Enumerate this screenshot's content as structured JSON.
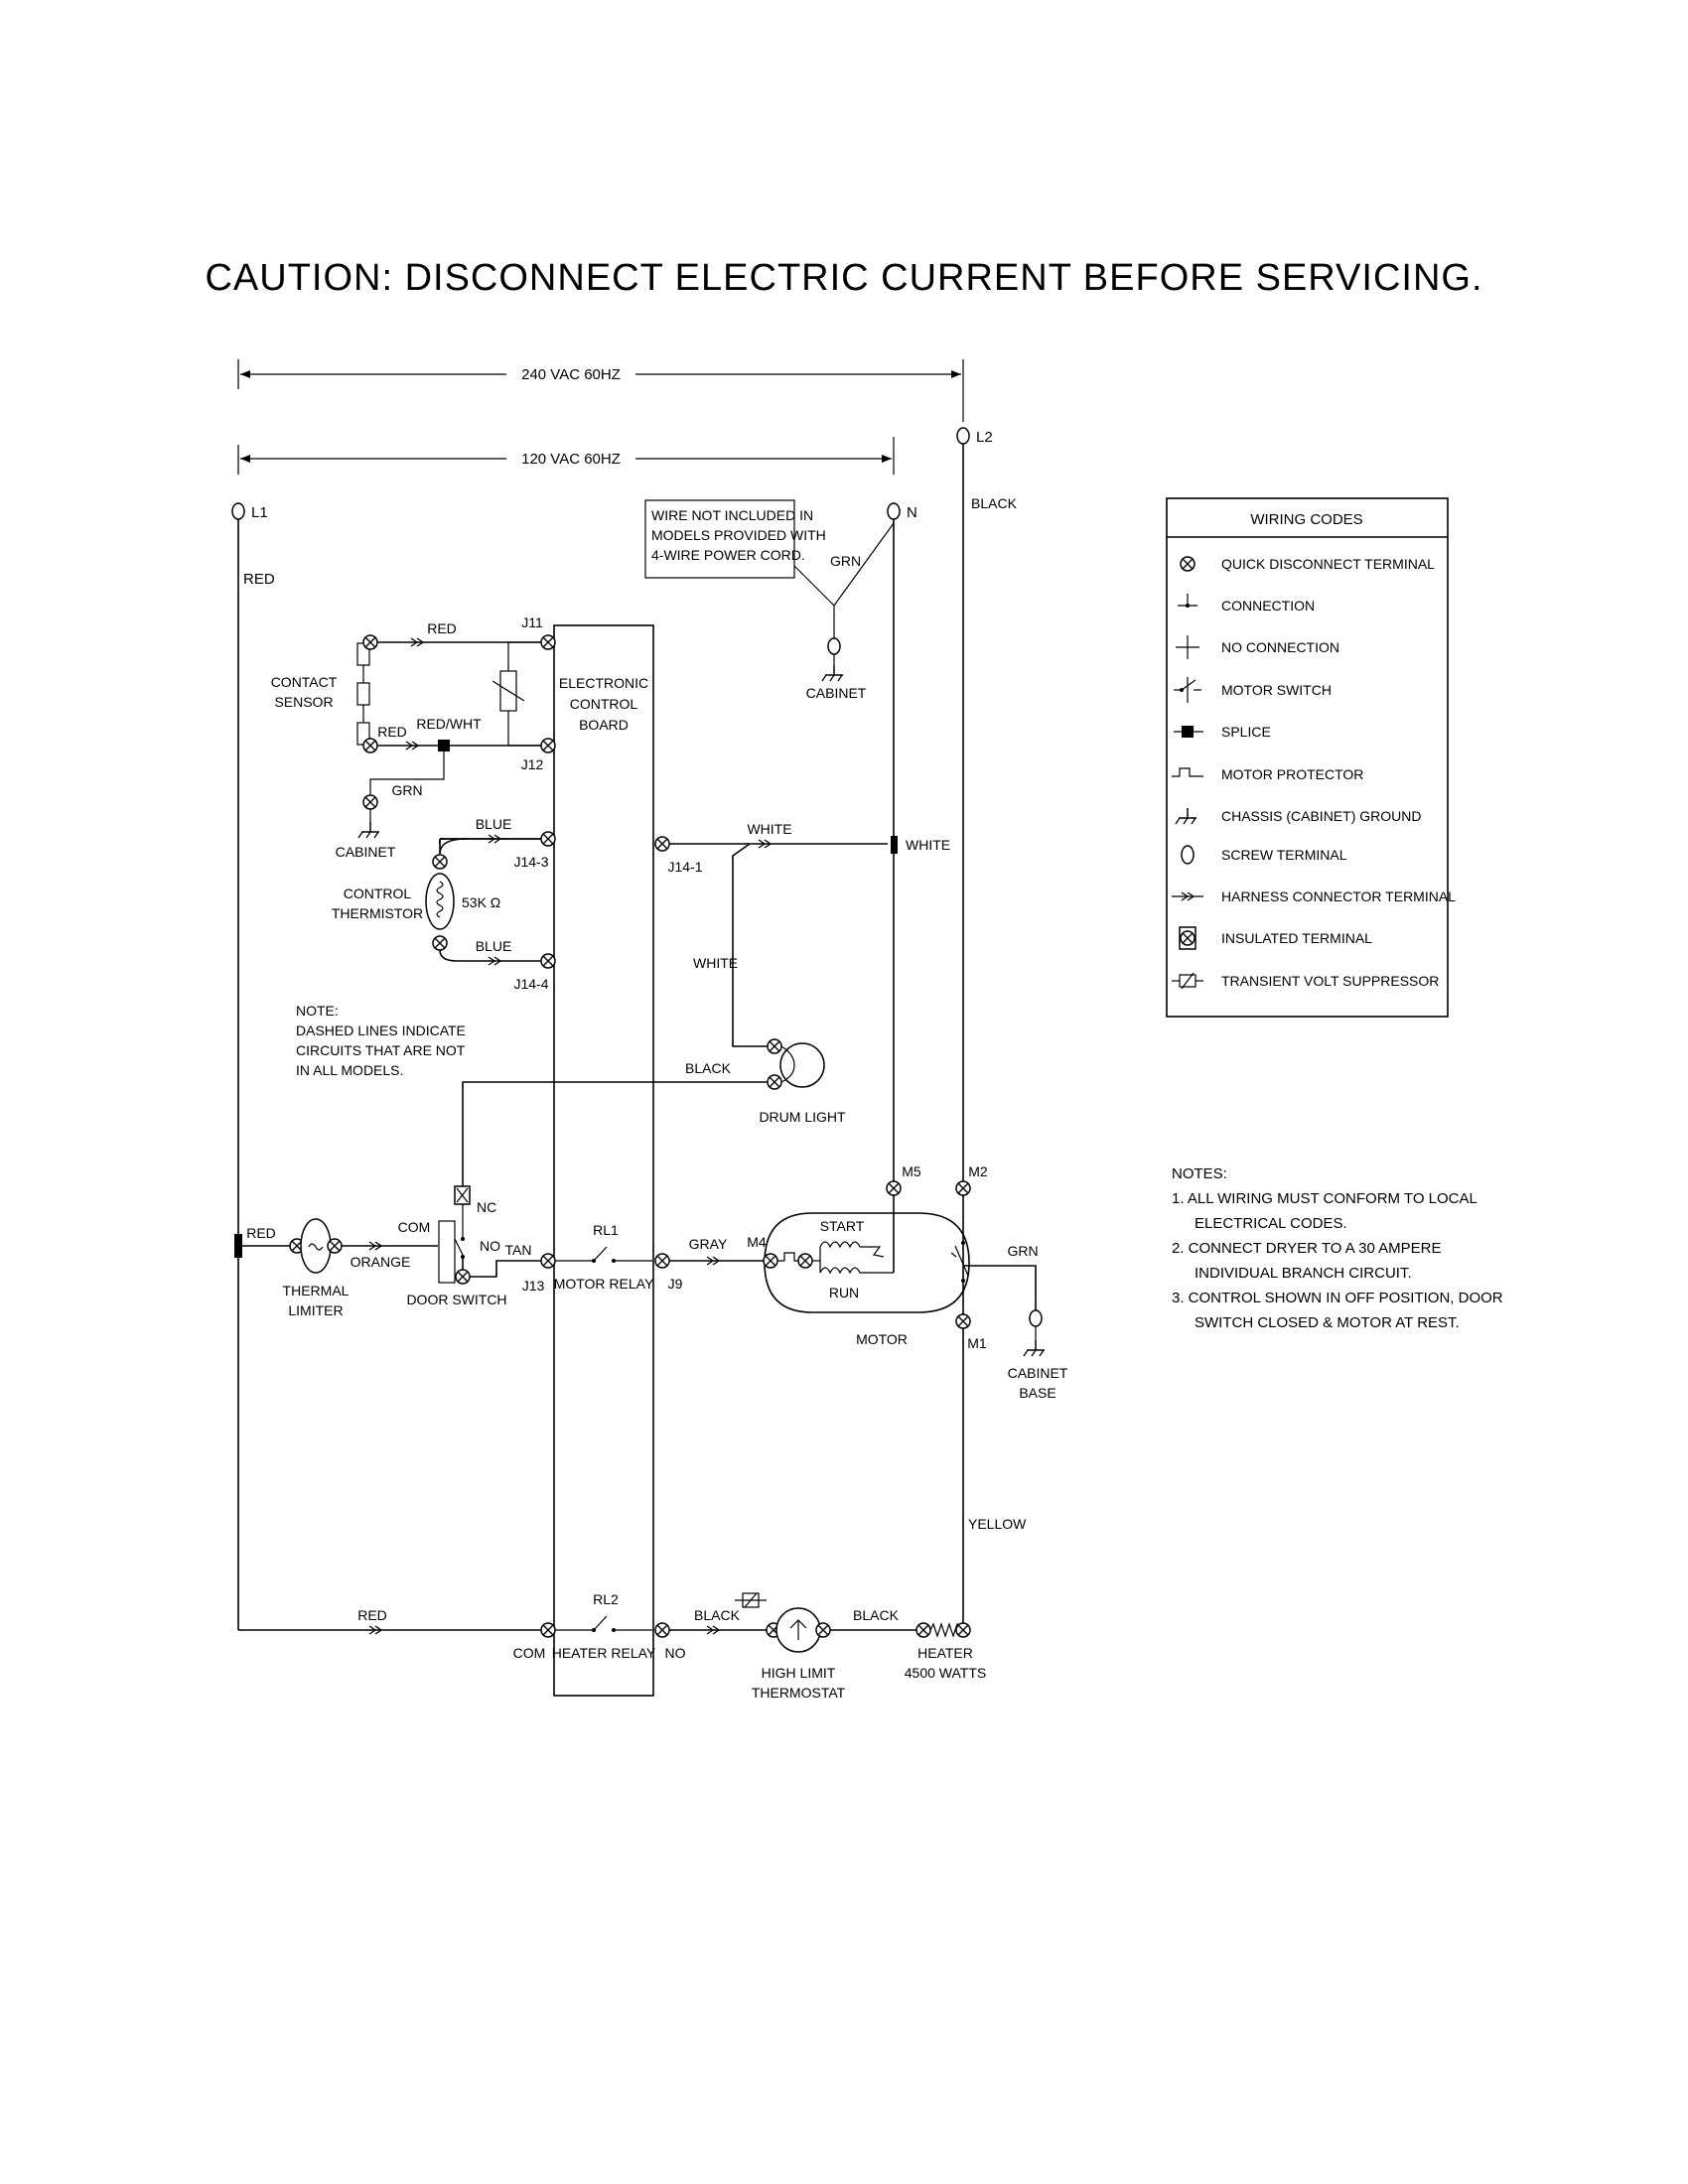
{
  "caption": "CAUTION: DISCONNECT ELECTRIC CURRENT BEFORE SERVICING.",
  "supply": {
    "v240": "240 VAC 60HZ",
    "v120": "120 VAC 60HZ",
    "l1": "L1",
    "l2": "L2",
    "n": "N"
  },
  "wires": {
    "red_l1": "RED",
    "black_l2": "BLACK",
    "grn_cab": "GRN",
    "red_sensor": "RED",
    "red_sensor2": "RED",
    "red_wht": "RED/WHT",
    "grn_sensor": "GRN",
    "blue1": "BLUE",
    "blue2": "BLUE",
    "white1": "WHITE",
    "white2": "WHITE",
    "white3": "WHITE",
    "black_light": "BLACK",
    "red_thermal": "RED",
    "orange": "ORANGE",
    "tan": "TAN",
    "gray": "GRAY",
    "grn_motor": "GRN",
    "yellow": "YELLOW",
    "red_heater": "RED",
    "black_h1": "BLACK",
    "black_h2": "BLACK"
  },
  "terminals": {
    "j11": "J11",
    "j12": "J12",
    "j14_3": "J14-3",
    "j14_4": "J14-4",
    "j14_1": "J14-1",
    "j13": "J13",
    "j9": "J9",
    "com_heater": "COM",
    "no_heater": "NO",
    "m1": "M1",
    "m2": "M2",
    "m4": "M4",
    "m5": "M5",
    "nc": "NC",
    "no_door": "NO",
    "com_door": "COM"
  },
  "components": {
    "wire_note": [
      "WIRE NOT INCLUDED IN",
      "MODELS PROVIDED WITH",
      "4-WIRE POWER CORD."
    ],
    "cabinet_top": "CABINET",
    "board": [
      "ELECTRONIC",
      "CONTROL",
      "BOARD"
    ],
    "contact_sensor": [
      "CONTACT",
      "SENSOR"
    ],
    "cabinet_sensor": "CABINET",
    "control_thermistor": [
      "CONTROL",
      "THERMISTOR"
    ],
    "thermistor_value": "53K Ω",
    "dashed_note": [
      "NOTE:",
      "DASHED LINES INDICATE",
      "CIRCUITS THAT ARE NOT",
      "IN ALL MODELS."
    ],
    "drum_light": "DRUM LIGHT",
    "thermal_limiter": [
      "THERMAL",
      "LIMITER"
    ],
    "door_switch": "DOOR SWITCH",
    "rl1": "RL1",
    "motor_relay": "MOTOR RELAY",
    "rl2": "RL2",
    "heater_relay": "HEATER RELAY",
    "start": "START",
    "run": "RUN",
    "motor": "MOTOR",
    "cabinet_base": [
      "CABINET",
      "BASE"
    ],
    "high_limit": [
      "HIGH LIMIT",
      "THERMOSTAT"
    ],
    "heater": [
      "HEATER",
      "4500 WATTS"
    ]
  },
  "legend": {
    "title": "WIRING CODES",
    "items": [
      {
        "icon": "quick-disconnect-icon",
        "label": "QUICK DISCONNECT TERMINAL"
      },
      {
        "icon": "connection-icon",
        "label": "CONNECTION"
      },
      {
        "icon": "no-connection-icon",
        "label": "NO CONNECTION"
      },
      {
        "icon": "motor-switch-icon",
        "label": "MOTOR SWITCH"
      },
      {
        "icon": "splice-icon",
        "label": "SPLICE"
      },
      {
        "icon": "motor-protector-icon",
        "label": "MOTOR PROTECTOR"
      },
      {
        "icon": "chassis-ground-icon",
        "label": "CHASSIS (CABINET) GROUND"
      },
      {
        "icon": "screw-terminal-icon",
        "label": "SCREW TERMINAL"
      },
      {
        "icon": "harness-connector-icon",
        "label": "HARNESS CONNECTOR TERMINAL"
      },
      {
        "icon": "insulated-terminal-icon",
        "label": "INSULATED TERMINAL"
      },
      {
        "icon": "transient-suppressor-icon",
        "label": "TRANSIENT VOLT SUPPRESSOR"
      }
    ]
  },
  "notes": {
    "title": "NOTES:",
    "lines": [
      "1. ALL WIRING MUST CONFORM TO LOCAL",
      "    ELECTRICAL CODES.",
      "2. CONNECT DRYER TO A 30 AMPERE",
      "    INDIVIDUAL BRANCH CIRCUIT.",
      "3. CONTROL SHOWN IN OFF POSITION, DOOR",
      "    SWITCH CLOSED & MOTOR AT REST."
    ]
  }
}
